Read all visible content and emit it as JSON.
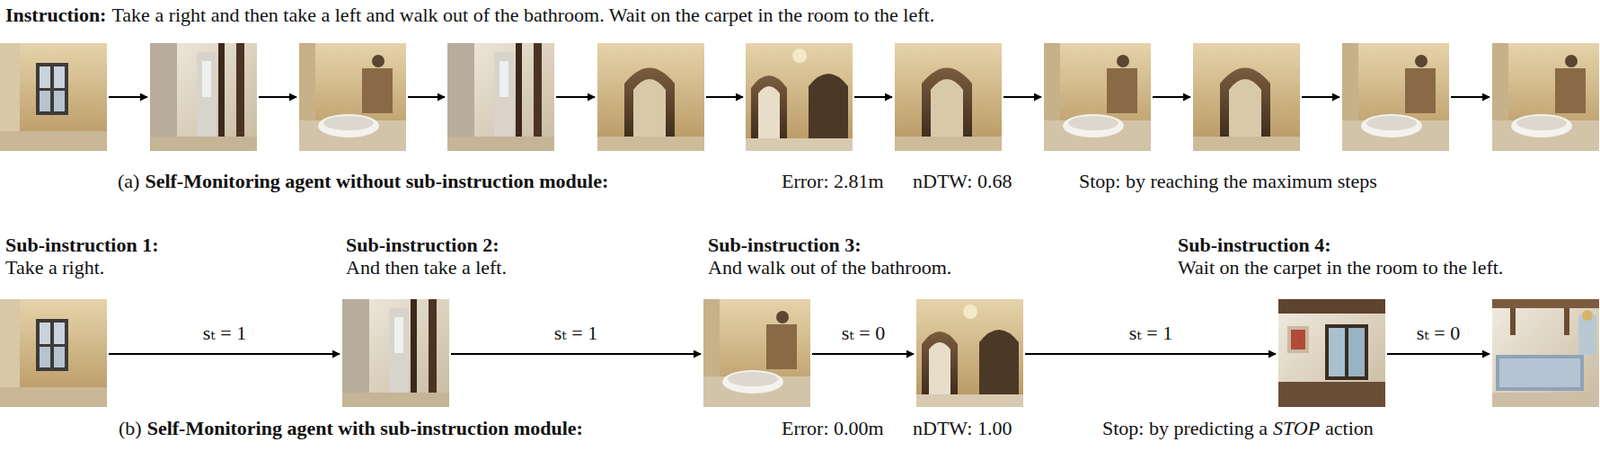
{
  "diagram": {
    "labels": [
      "Instruction:",
      "Take a right and then take a left and walk out of the bathroom. Wait on the carpet in the room to the left.",
      "(a)",
      "Self-Monitoring agent without sub-instruction module:",
      "Error: 2.81m",
      "nDTW: 0.68",
      "Stop: by reaching the maximum steps",
      "Sub-instruction 1:",
      "Take a right.",
      "Sub-instruction 2:",
      "And then take a left.",
      "Sub-instruction 3:",
      "And walk out of the bathroom.",
      "Sub-instruction 4:",
      "Wait on the carpet in the room to the left.",
      "sₜ = 1",
      "sₜ = 1",
      "sₜ = 0",
      "sₜ = 1",
      "sₜ = 0",
      "(b)",
      "Self-Monitoring agent with sub-instruction module:",
      "Error: 0.00m",
      "nDTW: 1.00",
      "Stop: by predicting a",
      "STOP",
      "action"
    ]
  }
}
